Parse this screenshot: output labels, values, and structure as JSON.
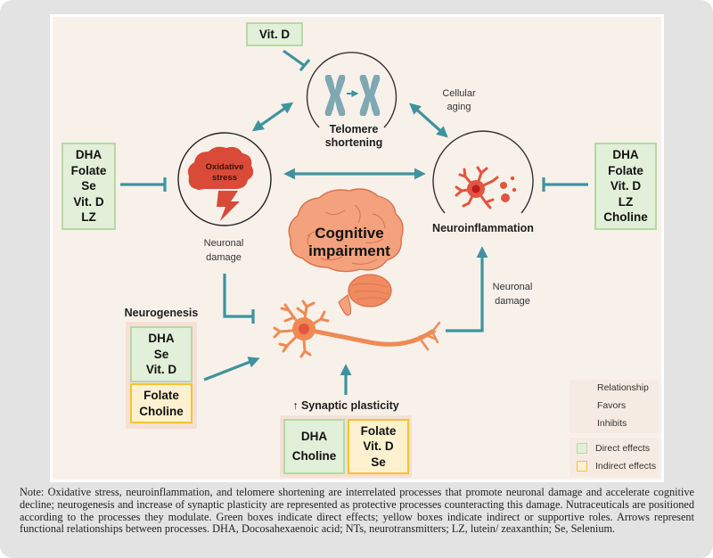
{
  "figure": {
    "nodes": {
      "telomere": {
        "label_line1": "Telomere",
        "label_line2": "shortening"
      },
      "oxidative": {
        "label_line1": "Oxidative",
        "label_line2": "stress"
      },
      "neuroinflammation": {
        "label": "Neuroinflammation"
      },
      "cognitive": {
        "label_line1": "Cognitive",
        "label_line2": "impairment"
      }
    },
    "edge_labels": {
      "cellular_aging": {
        "line1": "Cellular",
        "line2": "aging"
      },
      "neuronal_damage_left": {
        "line1": "Neuronal",
        "line2": "damage"
      },
      "neuronal_damage_right": {
        "line1": "Neuronal",
        "line2": "damage"
      }
    },
    "boxes": {
      "top_vitd": {
        "type": "direct",
        "items": [
          "Vit. D"
        ]
      },
      "left": {
        "type": "direct",
        "items": [
          "DHA",
          "Folate",
          "Se",
          "Vit. D",
          "LZ"
        ]
      },
      "right": {
        "type": "direct",
        "items": [
          "DHA",
          "Folate",
          "Vit. D",
          "LZ",
          "Choline"
        ]
      },
      "neurogenesis": {
        "title": "Neurogenesis",
        "direct": [
          "DHA",
          "Se",
          "Vit. D"
        ],
        "indirect": [
          "Folate",
          "Choline"
        ]
      },
      "synaptic": {
        "title": "↑ Synaptic plasticity",
        "direct": [
          "DHA",
          "Choline"
        ],
        "indirect": [
          "Folate",
          "Vit. D",
          "Se"
        ]
      }
    },
    "legend": {
      "arrows": [
        {
          "icon": "double-arrow-icon",
          "label": "Relationship"
        },
        {
          "icon": "right-arrow-icon",
          "label": "Favors"
        },
        {
          "icon": "inhibit-icon",
          "label": "Inhibits"
        }
      ],
      "swatches": [
        {
          "label": "Direct effects",
          "color": "#e2efd9",
          "border": "#b5d9a4"
        },
        {
          "label": "Indirect effects",
          "color": "#fdf1cf",
          "border": "#f4c430"
        }
      ]
    },
    "colors": {
      "arrow": "#3f939e",
      "red": "#d94a38",
      "brain": "#f4a27e",
      "neuron": "#ef8a55",
      "chromosome": "#7fa8b2"
    }
  },
  "note": "Note: Oxidative stress, neuroinflammation, and telomere shortening are interrelated processes that promote neuronal damage and accelerate cognitive decline; neurogenesis and increase of synaptic plasticity are represented as protective processes counteracting this damage. Nutraceuticals are positioned according to the processes they modulate. Green boxes indicate direct effects; yellow boxes indicate indirect or supportive roles. Arrows represent functional relationships between processes. DHA, Docosahexaenoic acid; NTs, neurotransmitters; LZ, lutein/ zeaxanthin; Se, Selenium."
}
